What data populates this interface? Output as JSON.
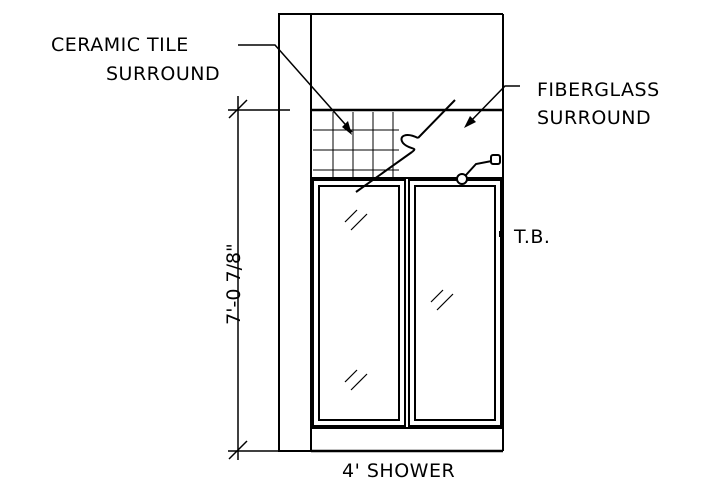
{
  "labels": {
    "ceramic_line1": "CERAMIC TILE",
    "ceramic_line2": "SURROUND",
    "fiberglass_line1": "FIBERGLASS",
    "fiberglass_line2": "SURROUND",
    "towel_bar": "T.B.",
    "height_dimension": "7'-0 7/8\"",
    "shower_title": "4' SHOWER"
  }
}
